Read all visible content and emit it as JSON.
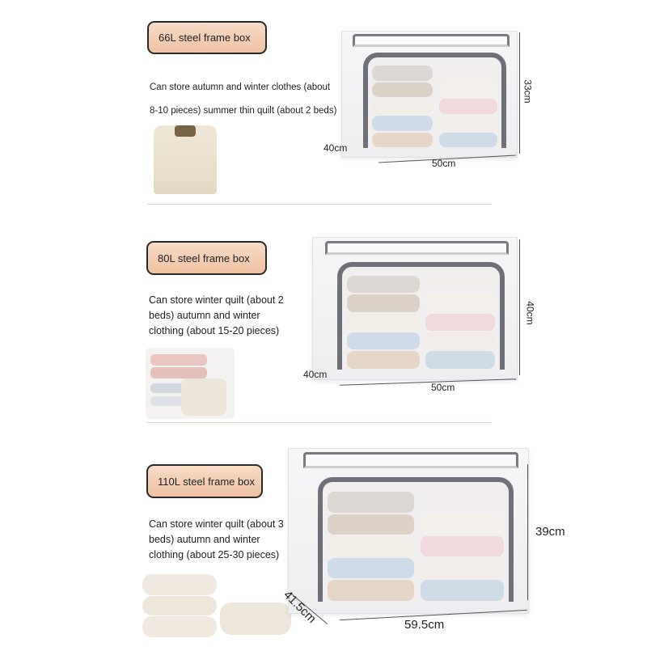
{
  "sections": [
    {
      "title": "66L steel frame box",
      "desc": [
        "Can store autumn and winter clothes (about",
        "8-10 pieces) summer thin quilt (about 2 beds)"
      ],
      "dims": {
        "height": "33cm",
        "depth": "40cm",
        "width": "50cm"
      }
    },
    {
      "title": "80L steel frame box",
      "desc": [
        "Can store winter quilt (about 2",
        "beds) autumn and winter",
        "clothing (about 15-20 pieces)"
      ],
      "dims": {
        "height": "40cm",
        "depth": "40cm",
        "width": "50cm"
      }
    },
    {
      "title": "110L steel frame box",
      "desc": [
        "Can store winter quilt (about 3",
        "beds) autumn and winter",
        "clothing (about 25-30 pieces)"
      ],
      "dims": {
        "height": "39cm",
        "depth": "41.5cm",
        "width": "59.5cm"
      }
    }
  ],
  "colors": {
    "pill": "#efc2a2",
    "frame": "#707078"
  }
}
